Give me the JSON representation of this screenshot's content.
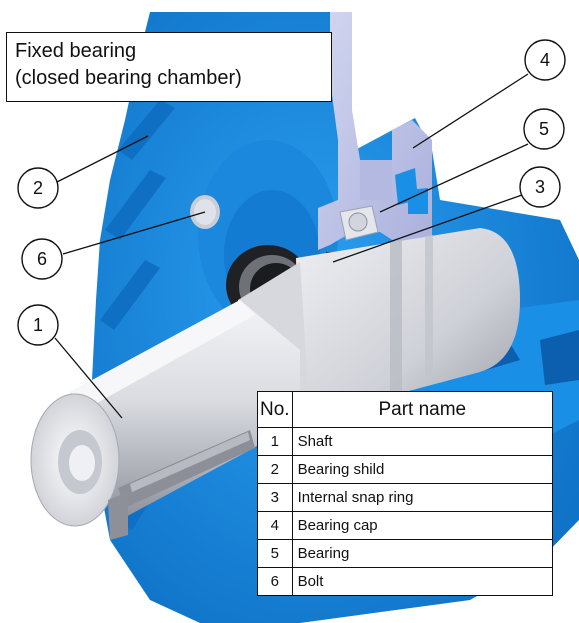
{
  "caption": {
    "line1": "Fixed bearing",
    "line2": "(closed bearing chamber)"
  },
  "callouts": [
    "1",
    "2",
    "3",
    "4",
    "5",
    "6"
  ],
  "table": {
    "header_no": "No.",
    "header_name": "Part name",
    "rows": [
      {
        "no": "1",
        "name": "Shaft"
      },
      {
        "no": "2",
        "name": "Bearing shild"
      },
      {
        "no": "3",
        "name": "Internal snap ring"
      },
      {
        "no": "4",
        "name": "Bearing cap"
      },
      {
        "no": "5",
        "name": "Bearing"
      },
      {
        "no": "6",
        "name": "Bolt"
      }
    ]
  },
  "colors": {
    "housing_blue": "#1a8fe6",
    "housing_shadow": "#0f6fc2",
    "cap_lilac": "#bcc2e6",
    "shaft_light": "#e6e6ea",
    "shaft_dark": "#9ea0a8",
    "bolt_gray": "#c8cdd6"
  }
}
